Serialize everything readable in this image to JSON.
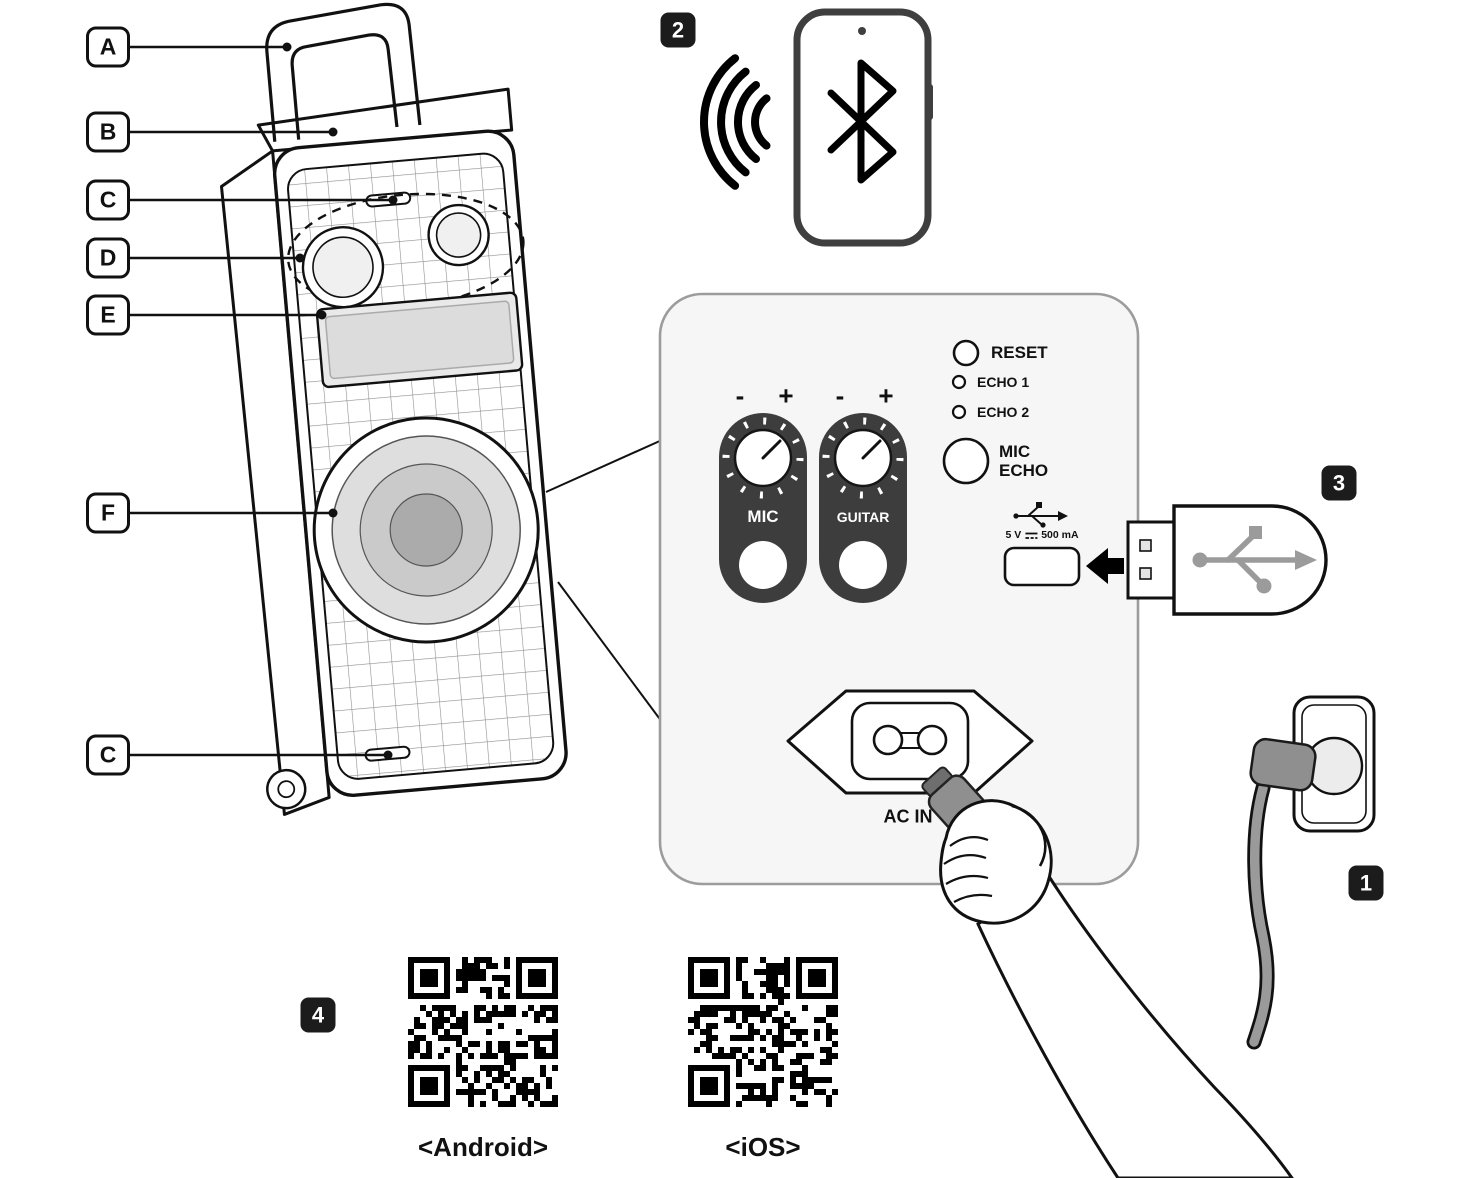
{
  "colors": {
    "panel_fill": "#f6f6f6",
    "pill_fill": "#3d3d3d",
    "line": "#111111"
  },
  "callouts": [
    {
      "letter": "A"
    },
    {
      "letter": "B"
    },
    {
      "letter": "C"
    },
    {
      "letter": "D"
    },
    {
      "letter": "E"
    },
    {
      "letter": "F"
    },
    {
      "letter": "C"
    }
  ],
  "steps": {
    "power": "1",
    "bluetooth": "2",
    "usb": "3",
    "app": "4"
  },
  "rear_panel": {
    "reset_label": "RESET",
    "echo1_label": "ECHO 1",
    "echo2_label": "ECHO 2",
    "mic_echo_line1": "MIC",
    "mic_echo_line2": "ECHO",
    "knobs": [
      {
        "minus": "-",
        "plus": "+",
        "label": "MIC"
      },
      {
        "minus": "-",
        "plus": "+",
        "label": "GUITAR"
      }
    ],
    "usb_rating_voltage": "5 V",
    "usb_rating_current": "500 mA",
    "ac_in_label": "AC IN"
  },
  "qr_section": {
    "android_label": "<Android>",
    "ios_label": "<iOS>"
  }
}
